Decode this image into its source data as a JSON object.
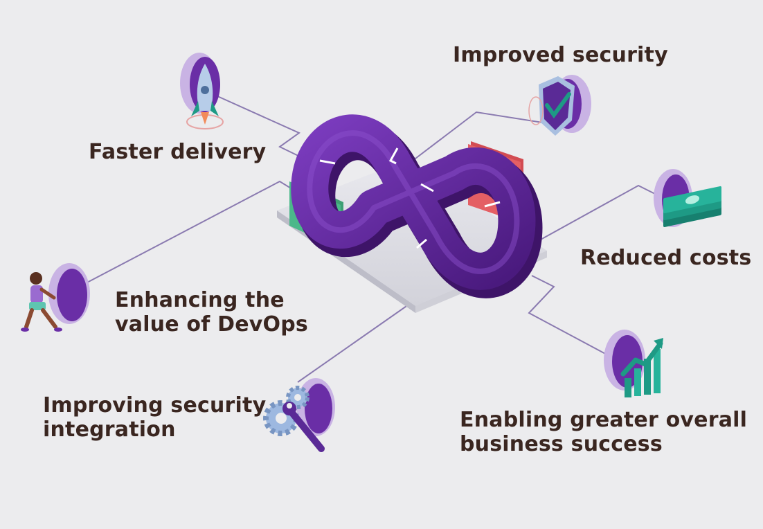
{
  "benefits": {
    "faster_delivery": "Faster delivery",
    "improved_security": "Improved security",
    "reduced_costs": "Reduced costs",
    "enhancing_value": [
      "Enhancing the",
      "value of DevOps"
    ],
    "security_integration": [
      "Improving security",
      "integration"
    ],
    "business_success": [
      "Enabling greater overall",
      "business success"
    ]
  },
  "center": {
    "code_tag_glyph": "</>",
    "braces_glyph": "{ }"
  },
  "icons": [
    "rocket-icon",
    "shield-check-icon",
    "money-stack-icon",
    "runner-icon",
    "gear-wrench-icon",
    "growth-chart-icon",
    "infinity-icon"
  ],
  "colors": {
    "background": "#ececee",
    "purple": "#5c2391",
    "lavender": "#bfa6dc",
    "teal": "#1e9a85",
    "green_card": "#4bb88a",
    "red_card": "#e45f64",
    "text": "#3a2620",
    "connector": "#8a7ab0"
  }
}
